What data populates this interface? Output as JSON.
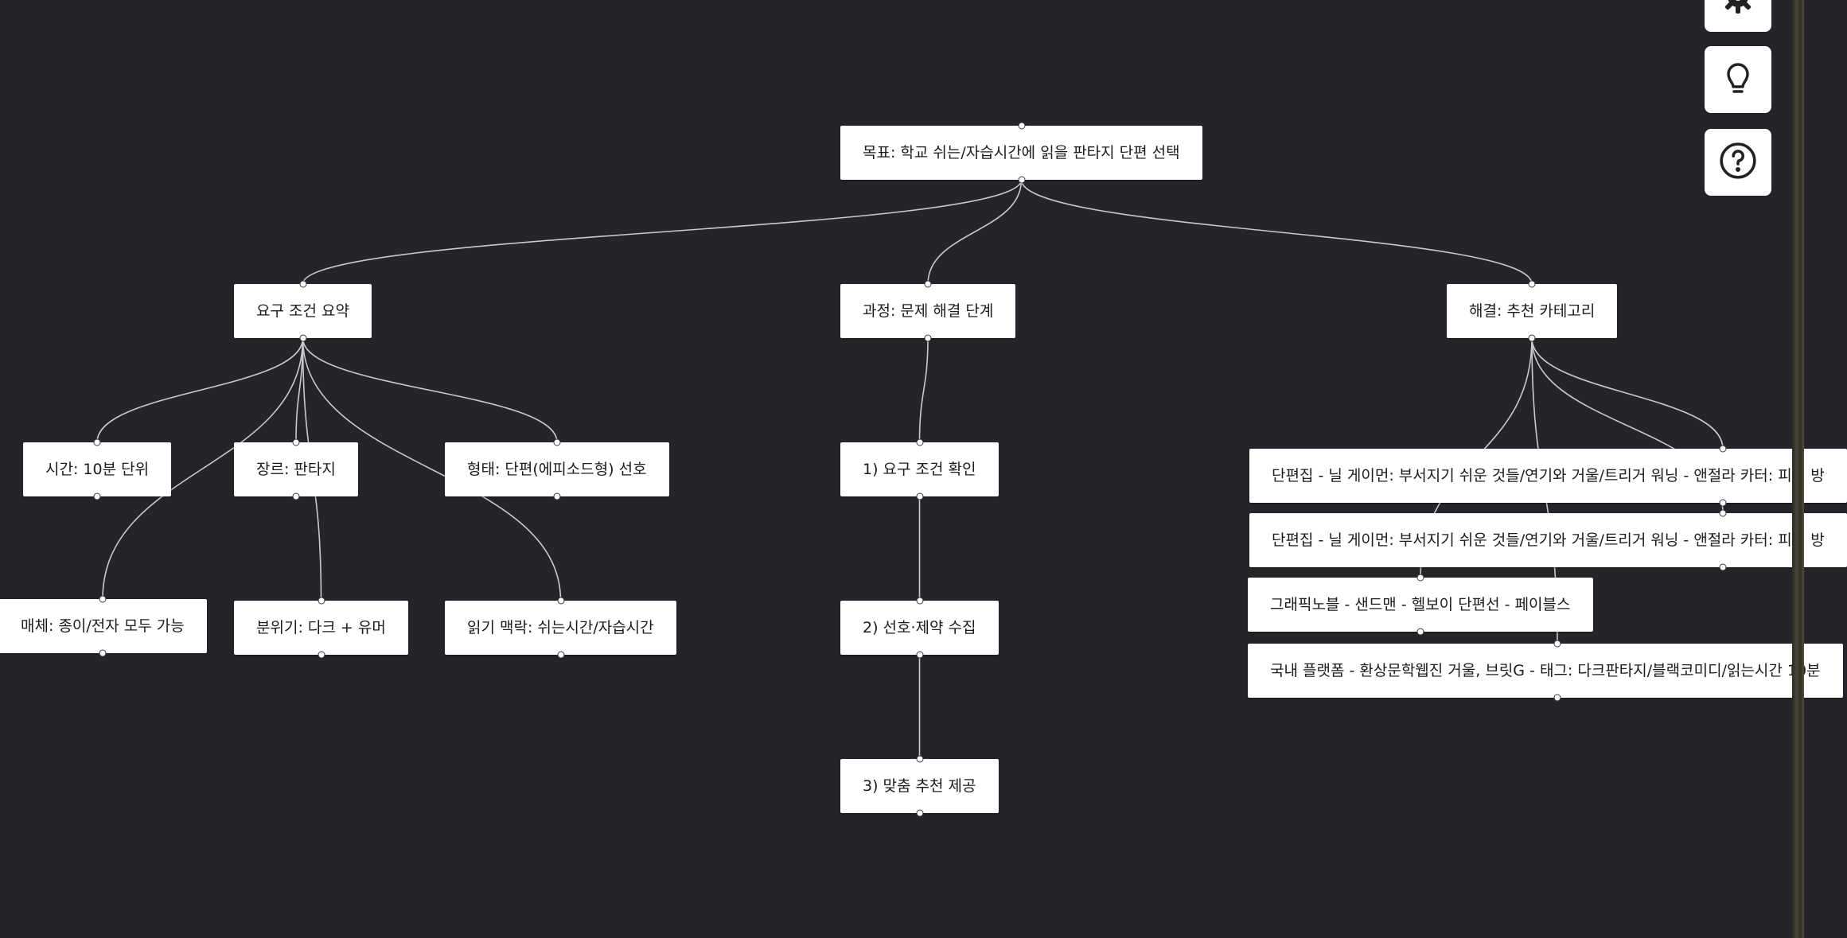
{
  "diagram": {
    "nodes": [
      {
        "id": "goal",
        "label": "목표: 학교 쉬는/자습시간에 읽을 판타지 단편 선택"
      },
      {
        "id": "req",
        "label": "요구 조건 요약"
      },
      {
        "id": "proc",
        "label": "과정: 문제 해결 단계"
      },
      {
        "id": "sol",
        "label": "해결: 추천 카테고리"
      },
      {
        "id": "time",
        "label": "시간: 10분 단위"
      },
      {
        "id": "genre",
        "label": "장르: 판타지"
      },
      {
        "id": "form",
        "label": "형태: 단편(에피소드형) 선호"
      },
      {
        "id": "media",
        "label": "매체: 종이/전자 모두 가능"
      },
      {
        "id": "mood",
        "label": "분위기: 다크 + 유머"
      },
      {
        "id": "context",
        "label": "읽기 맥락: 쉬는시간/자습시간"
      },
      {
        "id": "step1",
        "label": "1) 요구 조건 확인"
      },
      {
        "id": "step2",
        "label": "2) 선호·제약 수집"
      },
      {
        "id": "step3",
        "label": "3) 맞춤 추천 제공"
      },
      {
        "id": "rec1",
        "label": "단편집 - 닐 게이먼: 부서지기 쉬운 것들/연기와 거울/트리거 워닝 - 앤절라 카터: 피의 방"
      },
      {
        "id": "rec2",
        "label": "단편집 - 닐 게이먼: 부서지기 쉬운 것들/연기와 거울/트리거 워닝 - 앤절라 카터: 피의 방"
      },
      {
        "id": "rec3",
        "label": "그래픽노블 - 샌드맨 - 헬보이 단편선 - 페이블스"
      },
      {
        "id": "rec4",
        "label": "국내 플랫폼 - 환상문학웹진 거울, 브릿G - 태그: 다크판타지/블랙코미디/읽는시간 10분"
      }
    ],
    "edges": [
      [
        "goal",
        "req"
      ],
      [
        "goal",
        "proc"
      ],
      [
        "goal",
        "sol"
      ],
      [
        "req",
        "time"
      ],
      [
        "req",
        "genre"
      ],
      [
        "req",
        "form"
      ],
      [
        "req",
        "media"
      ],
      [
        "req",
        "mood"
      ],
      [
        "req",
        "context"
      ],
      [
        "proc",
        "step1"
      ],
      [
        "step1",
        "step2"
      ],
      [
        "step2",
        "step3"
      ],
      [
        "sol",
        "rec1"
      ],
      [
        "sol",
        "rec2"
      ],
      [
        "sol",
        "rec3"
      ],
      [
        "sol",
        "rec4"
      ]
    ]
  },
  "toolbar": {
    "buttons": [
      {
        "name": "settings-button",
        "icon": "gear-icon"
      },
      {
        "name": "tips-button",
        "icon": "lightbulb-icon"
      },
      {
        "name": "help-button",
        "icon": "help-icon"
      }
    ]
  }
}
